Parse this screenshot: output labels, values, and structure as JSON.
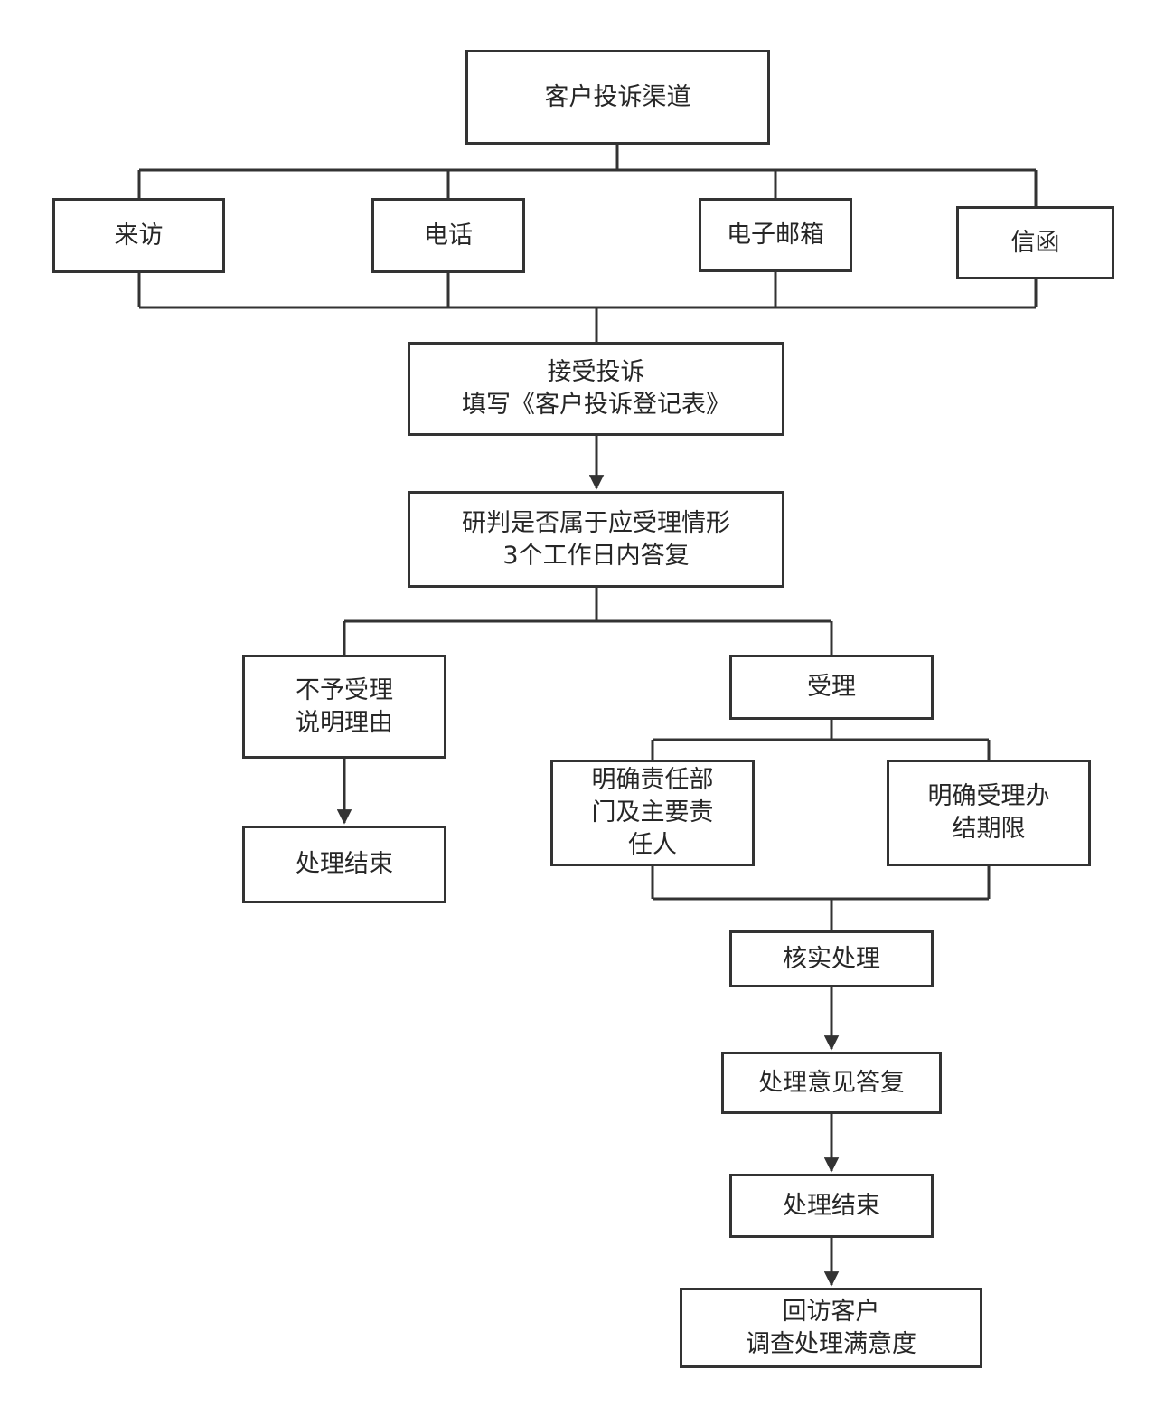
{
  "colors": {
    "stroke": "#333333",
    "text": "#262626",
    "background": "#ffffff"
  },
  "nodes": {
    "channels_title": [
      "客户投诉渠道"
    ],
    "visit": [
      "来访"
    ],
    "phone": [
      "电话"
    ],
    "email": [
      "电子邮箱"
    ],
    "letter": [
      "信函"
    ],
    "accept": [
      "接受投诉",
      "填写《客户投诉登记表》"
    ],
    "judge": [
      "研判是否属于应受理情形",
      "3个工作日内答复"
    ],
    "reject": [
      "不予受理",
      "说明理由"
    ],
    "reject_end": [
      "处理结束"
    ],
    "accepted": [
      "受理"
    ],
    "dept": [
      "明确责任部",
      "门及主要责",
      "任人"
    ],
    "deadline": [
      "明确受理办",
      "结期限"
    ],
    "verify": [
      "核实处理"
    ],
    "reply": [
      "处理意见答复"
    ],
    "end": [
      "处理结束"
    ],
    "revisit": [
      "回访客户",
      "调查处理满意度"
    ]
  }
}
